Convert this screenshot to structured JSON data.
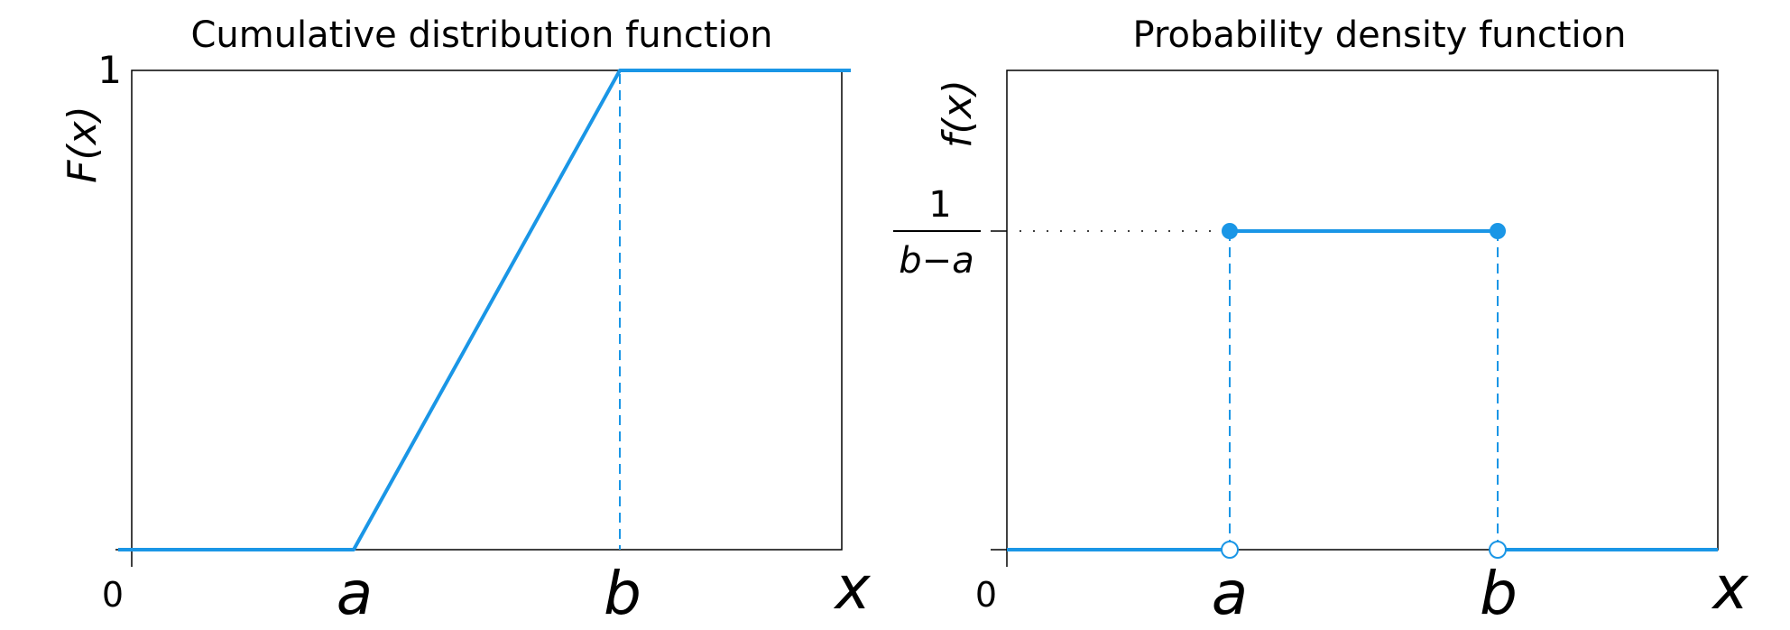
{
  "colors": {
    "series": "#1a96e6",
    "axis": "#000000"
  },
  "chart_data": [
    {
      "type": "line",
      "title": "Cumulative distribution function",
      "xlabel": "x",
      "ylabel": "F(x)",
      "x_ticks": [
        "0",
        "a",
        "b"
      ],
      "y_ticks": [
        "1"
      ],
      "series": [
        {
          "x": [
            "-inf",
            "a",
            "b",
            "+inf"
          ],
          "y": [
            0,
            0,
            1,
            1
          ]
        }
      ],
      "annotations": [
        "dashed vertical line at x = b"
      ]
    },
    {
      "type": "line",
      "title": "Probability density function",
      "xlabel": "x",
      "ylabel": "f(x)",
      "x_ticks": [
        "0",
        "a",
        "b"
      ],
      "y_ticks": [
        "1/(b−a)"
      ],
      "y_tick_fraction": {
        "numerator": "1",
        "denominator": "b−a"
      },
      "series": [
        {
          "x": [
            "-inf",
            "a"
          ],
          "y": [
            0,
            0
          ]
        },
        {
          "x": [
            "a",
            "b"
          ],
          "y": [
            "1/(b−a)",
            "1/(b−a)"
          ]
        },
        {
          "x": [
            "b",
            "+inf"
          ],
          "y": [
            0,
            0
          ]
        }
      ],
      "points": [
        {
          "x": "a",
          "y": "1/(b−a)",
          "filled": true
        },
        {
          "x": "b",
          "y": "1/(b−a)",
          "filled": true
        },
        {
          "x": "a",
          "y": 0,
          "filled": false
        },
        {
          "x": "b",
          "y": 0,
          "filled": false
        }
      ],
      "annotations": [
        "dashed vertical lines at x = a and x = b",
        "dotted line from y-axis to (a, 1/(b−a))"
      ]
    }
  ]
}
